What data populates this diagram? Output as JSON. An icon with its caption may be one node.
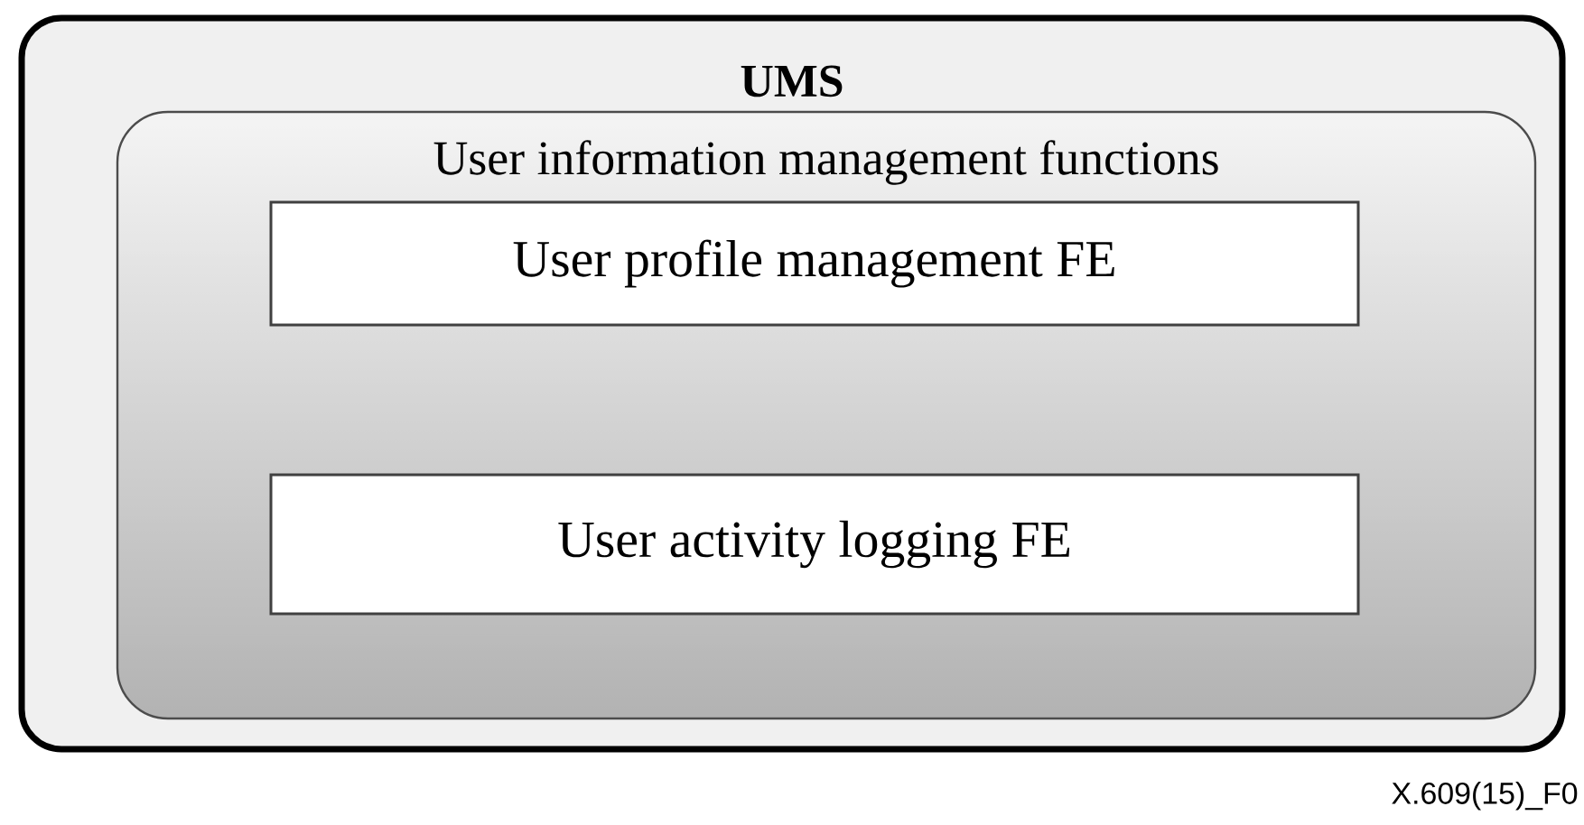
{
  "diagram": {
    "nodes": [
      {
        "text": [
          "UMS"
        ]
      },
      {
        "text": [
          "User information management functions"
        ],
        "in": 0
      },
      {
        "text": [
          "User profile management FE"
        ],
        "in": 1
      },
      {
        "text": [
          "User activity logging FE"
        ],
        "in": 1
      }
    ],
    "labels": [
      "X.609(15)_F0"
    ]
  }
}
